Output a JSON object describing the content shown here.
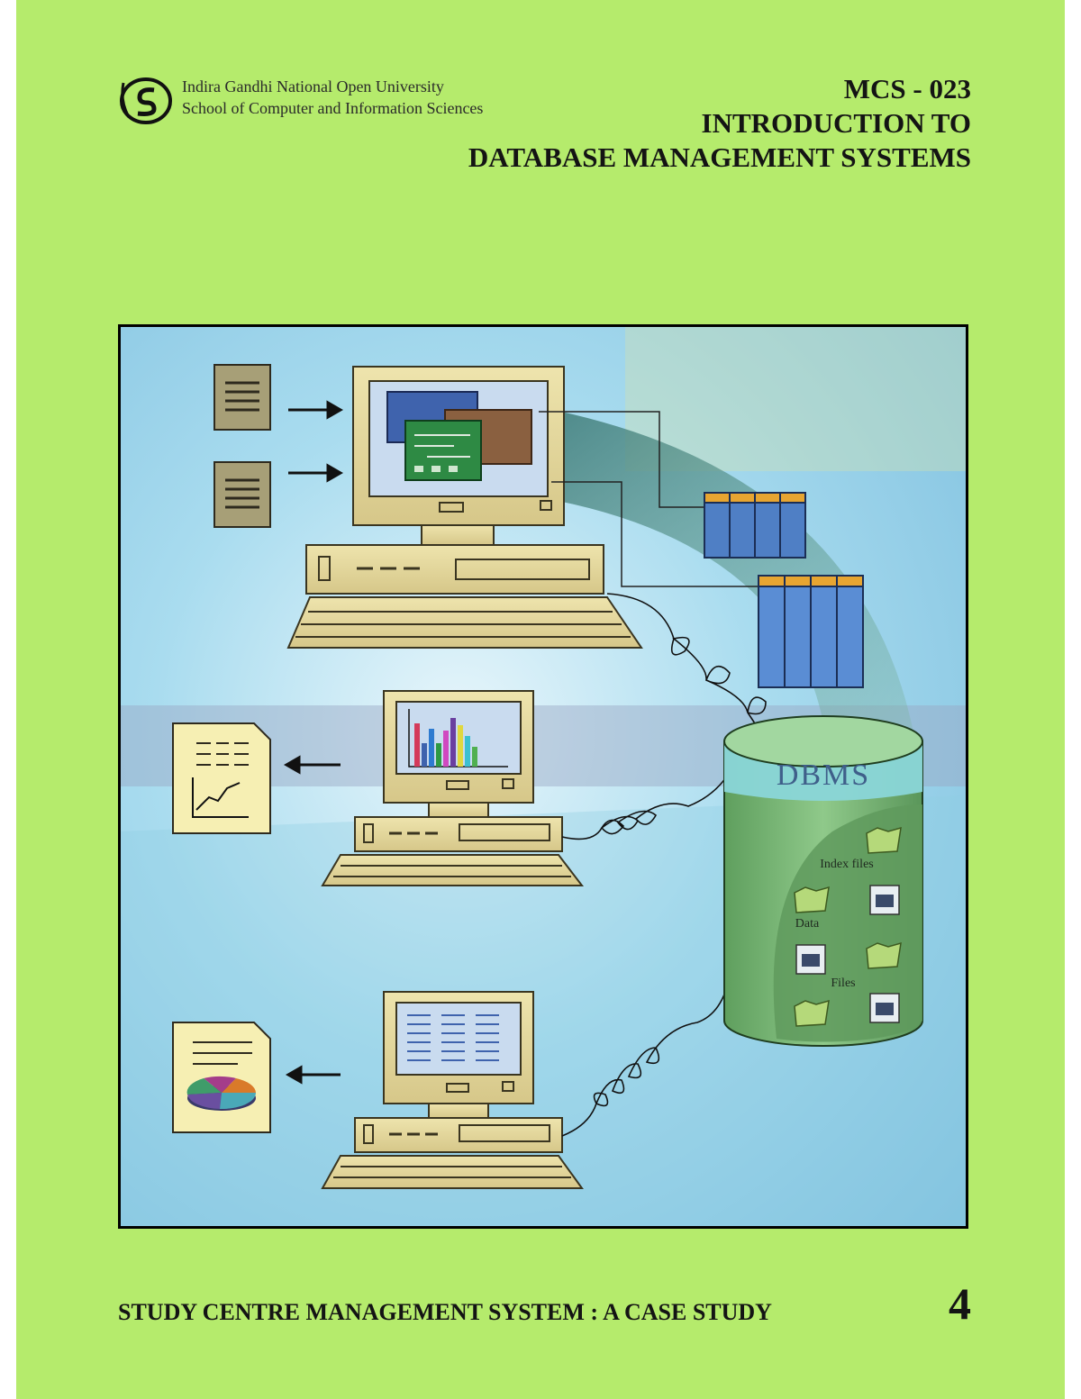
{
  "institution": {
    "line1": "Indira Gandhi National Open University",
    "line2": "School of Computer and Information Sciences"
  },
  "course": {
    "code": "MCS - 023",
    "title_line1": "INTRODUCTION TO",
    "title_line2": "DATABASE MANAGEMENT SYSTEMS"
  },
  "illustration": {
    "dbms_label": "DBMS",
    "index_label": "Index files",
    "data_label": "Data",
    "files_label": "Files"
  },
  "block": {
    "title": "STUDY CENTRE MANAGEMENT SYSTEM : A CASE STUDY",
    "number": "4"
  },
  "colors": {
    "page_green": "#b5eb6c",
    "beige": "#e6d9a0",
    "db_green": "#78b873",
    "table_blue": "#4f7fc5",
    "table_header": "#e7a531"
  }
}
